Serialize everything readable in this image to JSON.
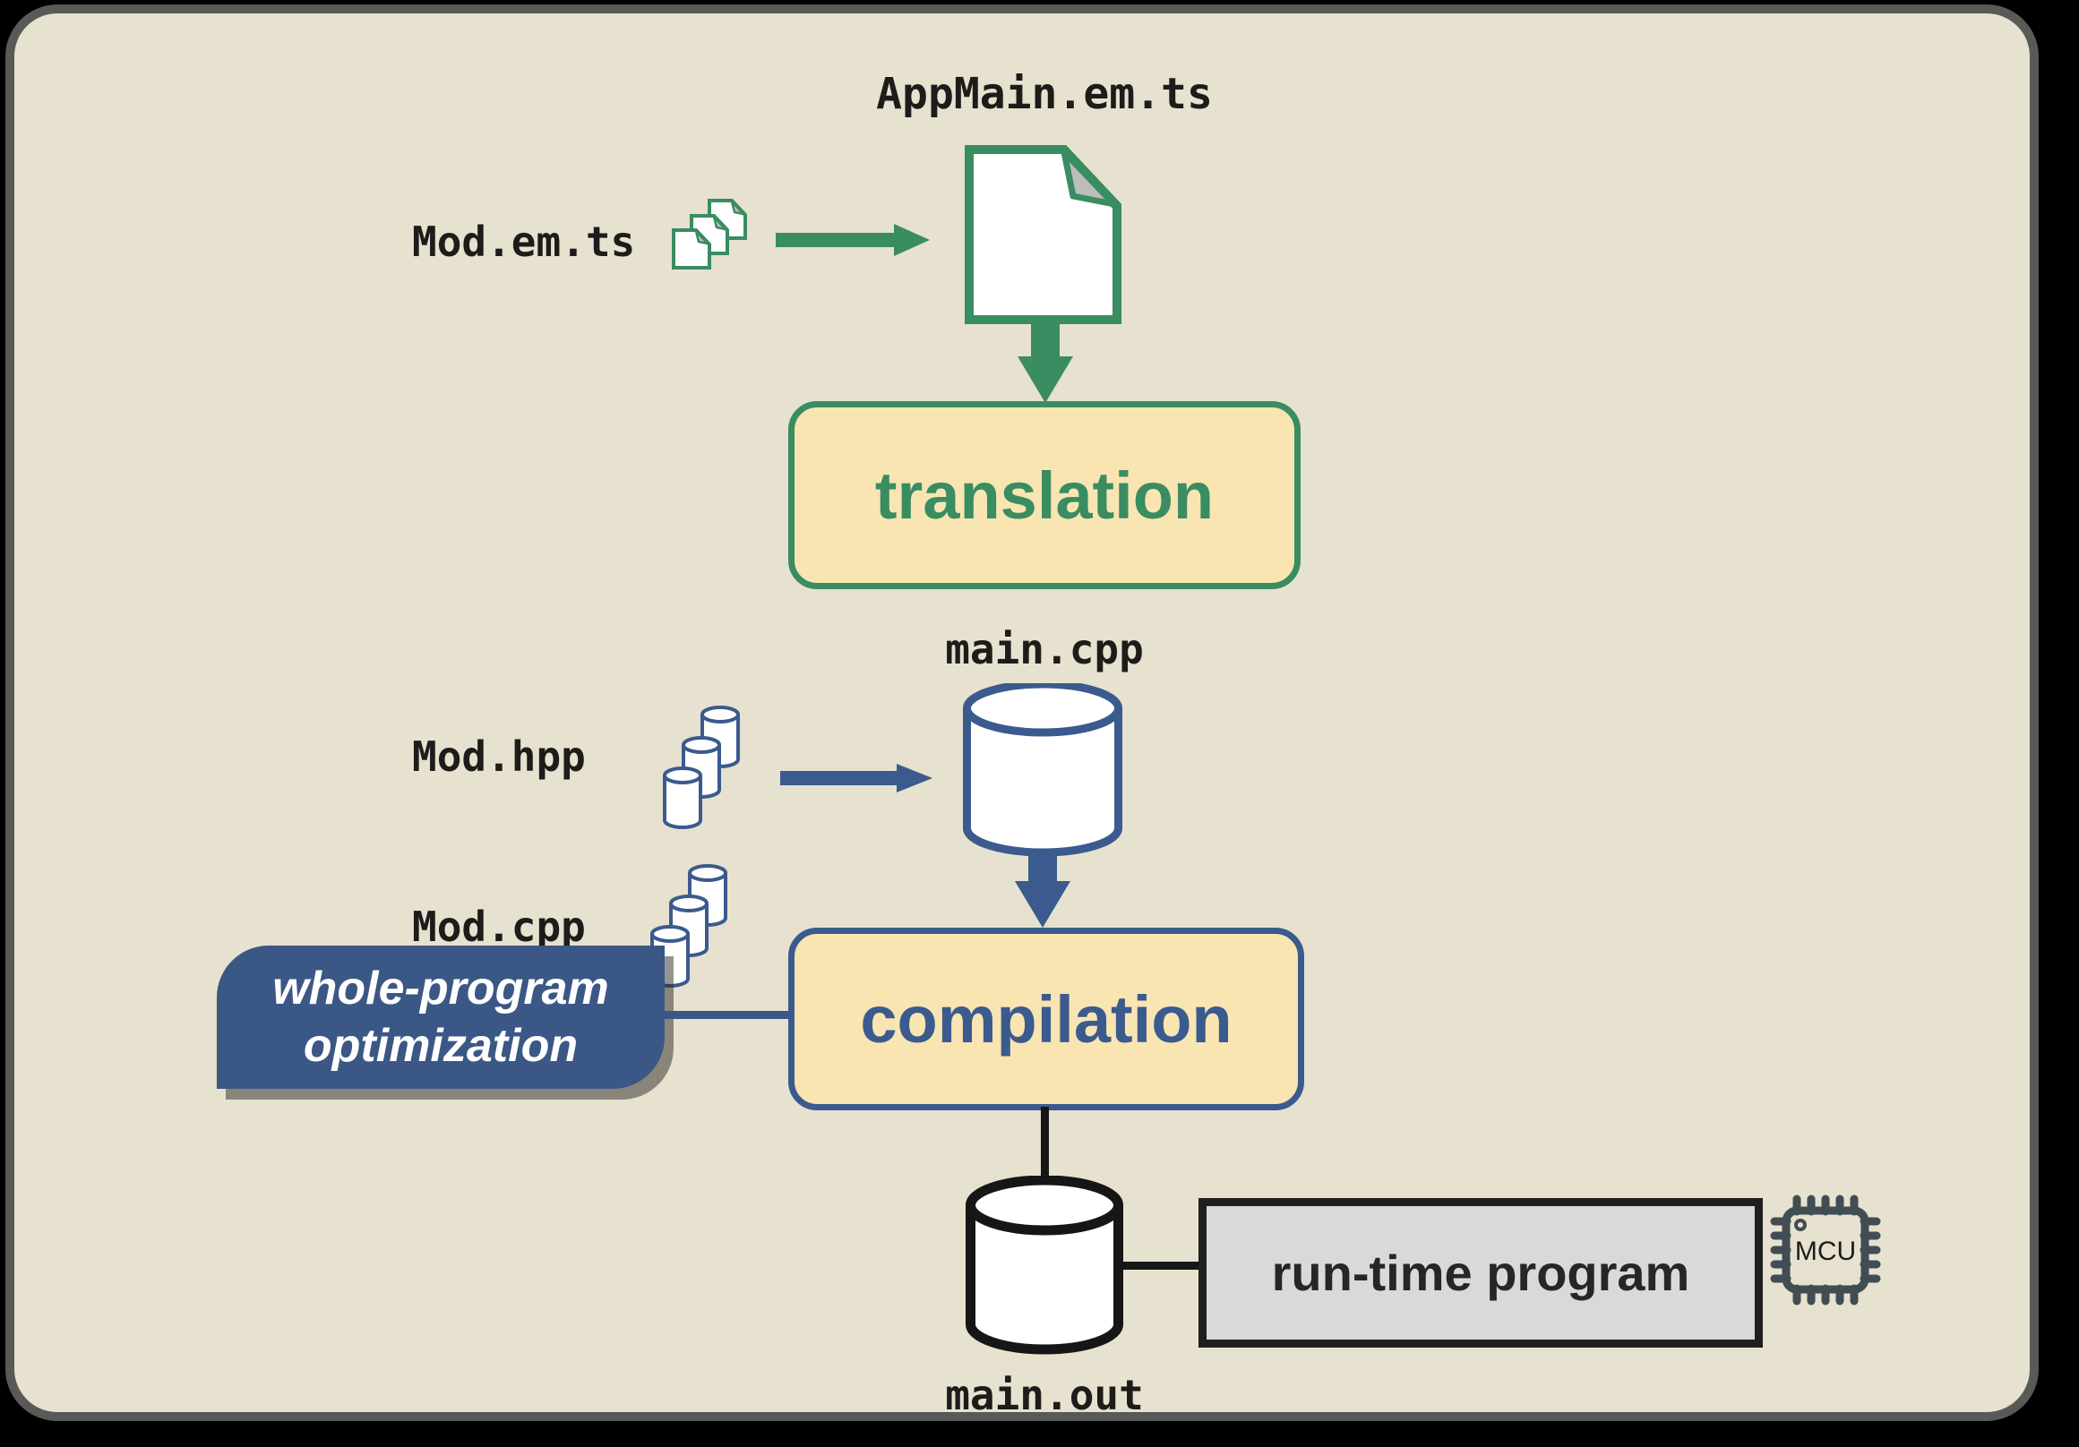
{
  "colors": {
    "page_bg": "#e7e1cf",
    "frame_border": "#595957",
    "green": "#3a8c61",
    "blue": "#3b5a8e",
    "banner_blue": "#3b5786",
    "cream": "#f8e5b2",
    "gray_box": "#d9d9d9",
    "ink": "#1d1c1a",
    "line_black": "#161616",
    "fold_gray": "#bdbdbd",
    "mcu_slate": "#414d52"
  },
  "translation_stage": {
    "file_label": "AppMain.em.ts",
    "modules_label": "Mod.em.ts",
    "process_label": "translation"
  },
  "compilation_stage": {
    "file_label": "main.cpp",
    "headers_label": "Mod.hpp",
    "sources_label": "Mod.cpp",
    "process_label": "compilation",
    "optimization_line1": "whole-program",
    "optimization_line2": "optimization"
  },
  "output_stage": {
    "file_label": "main.out",
    "program_label": "run-time program",
    "chip_label": "MCU"
  }
}
